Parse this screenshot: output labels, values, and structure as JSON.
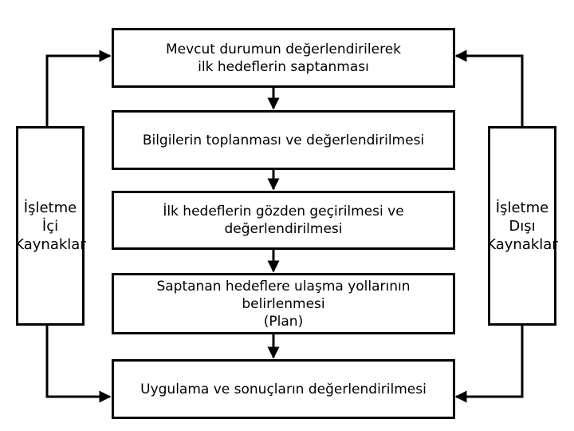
{
  "steps": [
    {
      "line1": "Mevcut durumun değerlendirilerek",
      "line2": "ilk hedeflerin saptanması"
    },
    {
      "line1": "Bilgilerin toplanması ve değerlendirilmesi",
      "line2": ""
    },
    {
      "line1": "İlk hedeflerin gözden geçirilmesi ve değerlendirilmesi",
      "line2": ""
    },
    {
      "line1": "Saptanan hedeflere ulaşma yollarının belirlenmesi",
      "line2": "(Plan)"
    },
    {
      "line1": "Uygulama ve sonuçların değerlendirilmesi",
      "line2": ""
    }
  ],
  "left_resource": {
    "line1": "İşletme",
    "line2": "İçi",
    "line3": "Kaynaklar"
  },
  "right_resource": {
    "line1": "İşletme",
    "line2": "Dışı",
    "line3": "Kaynaklar"
  }
}
